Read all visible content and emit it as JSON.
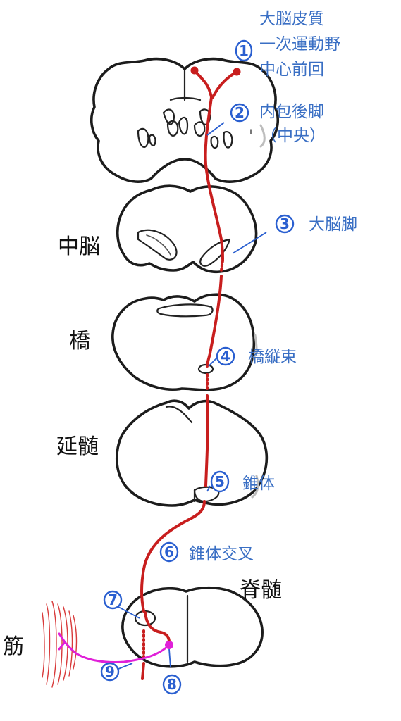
{
  "colors": {
    "tract": "#c81e1e",
    "lower_motor": "#e020d8",
    "label_blue": "#3a6fc4",
    "number_blue": "#2a5fd0",
    "outline": "#1c1c1c"
  },
  "regions": {
    "midbrain": "中脳",
    "pons": "橋",
    "medulla": "延髄",
    "spinal_cord": "脊髄",
    "muscle": "筋"
  },
  "steps": [
    {
      "num": "1",
      "lines": [
        "大脳皮質",
        "一次運動野",
        "中心前回"
      ]
    },
    {
      "num": "2",
      "lines": [
        "内包後脚",
        "（中央）"
      ]
    },
    {
      "num": "3",
      "lines": [
        "大脳脚"
      ]
    },
    {
      "num": "4",
      "lines": [
        "橋縦束"
      ]
    },
    {
      "num": "5",
      "lines": [
        "錐体"
      ]
    },
    {
      "num": "6",
      "lines": [
        "錐体交叉"
      ]
    },
    {
      "num": "7",
      "lines": []
    },
    {
      "num": "8",
      "lines": []
    },
    {
      "num": "9",
      "lines": []
    }
  ]
}
